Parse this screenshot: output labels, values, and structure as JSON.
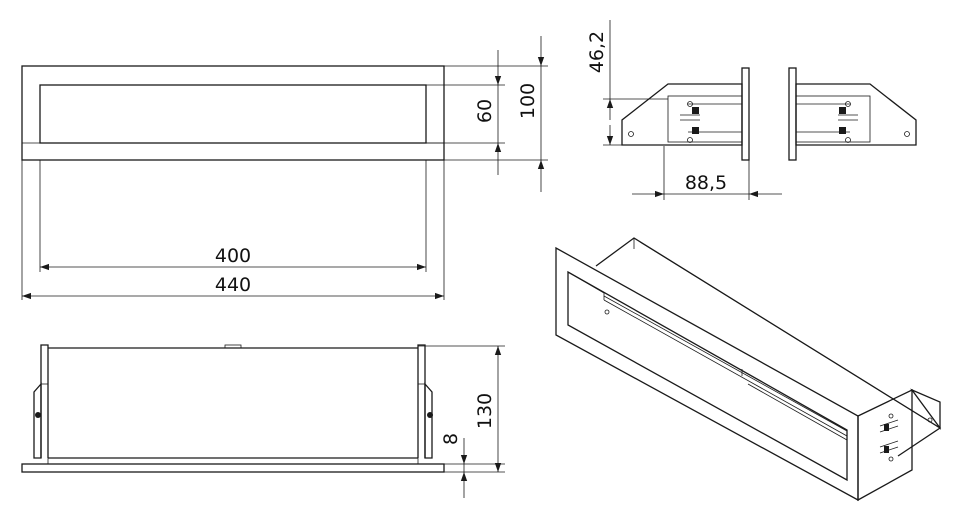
{
  "drawing": {
    "front_view": {
      "inner_width": "400",
      "outer_width": "440",
      "inner_height": "60",
      "outer_height": "100"
    },
    "side_view": {
      "height": "130",
      "flange": "8"
    },
    "section_view": {
      "top_offset": "46,2",
      "depth": "88,5"
    }
  }
}
